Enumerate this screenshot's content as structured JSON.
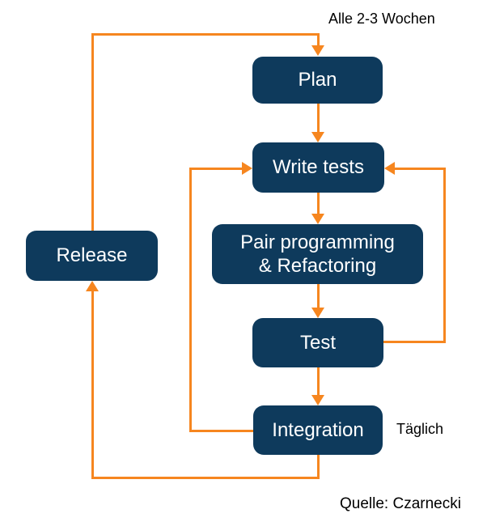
{
  "diagram": {
    "type": "flowchart",
    "nodes": {
      "plan": "Plan",
      "write_tests": "Write tests",
      "pair_line1": "Pair programming",
      "pair_line2": "& Refactoring",
      "test": "Test",
      "integration": "Integration",
      "release": "Release"
    },
    "edges": [
      {
        "from": "Release",
        "to": "Plan"
      },
      {
        "from": "Plan",
        "to": "Write tests"
      },
      {
        "from": "Write tests",
        "to": "Pair programming & Refactoring"
      },
      {
        "from": "Pair programming & Refactoring",
        "to": "Test"
      },
      {
        "from": "Test",
        "to": "Integration"
      },
      {
        "from": "Test",
        "to": "Write tests"
      },
      {
        "from": "Integration",
        "to": "Write tests"
      },
      {
        "from": "Integration",
        "to": "Release"
      }
    ],
    "annotations": {
      "cycle_label": "Alle 2-3 Wochen",
      "daily_label": "Täglich",
      "source": "Quelle: Czarnecki"
    },
    "colors": {
      "node_fill": "#0E3A5C",
      "node_text": "#FFFFFF",
      "arrow": "#F6861F",
      "annotation_text": "#000000",
      "background": "#FFFFFF"
    }
  }
}
